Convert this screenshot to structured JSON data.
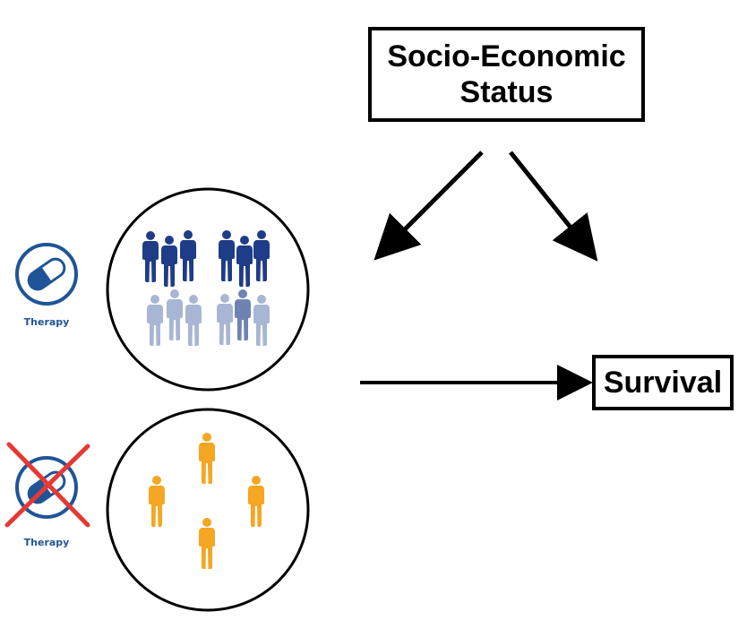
{
  "nodes": {
    "ses": {
      "line1": "Socio-Economic",
      "line2": "Status"
    },
    "survival": {
      "label": "Survival"
    }
  },
  "treated_group": {
    "icon": "pill-icon",
    "label": "Therapy",
    "people_count": 12,
    "people_color_dark": "#1f3c88",
    "people_color_light": "#a8b6d4"
  },
  "control_group": {
    "icon": "pill-crossed-icon",
    "label": "Therapy",
    "people_count": 4,
    "people_color": "#f5a623",
    "cross_color": "#e53935"
  },
  "colors": {
    "icon_blue": "#1f5596",
    "arrow": "#000000"
  }
}
